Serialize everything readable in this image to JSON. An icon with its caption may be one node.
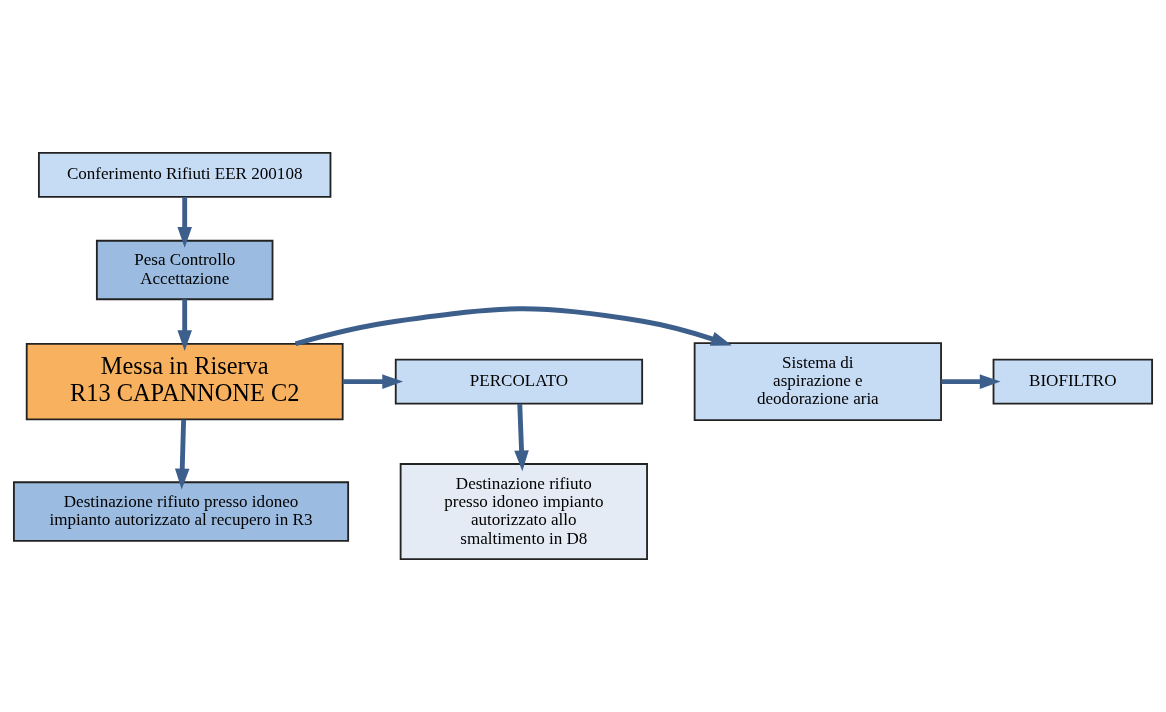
{
  "diagram": {
    "nodes": [
      {
        "text": [
          "Conferimento Rifiuti EER 200108"
        ]
      },
      {
        "text": [
          "Pesa Controllo Accettazione"
        ]
      },
      {
        "text": [
          "Messa in Riserva R13 CAPANNONE C2"
        ]
      },
      {
        "text": [
          "Sistema di aspirazione e deodorazione aria"
        ]
      },
      {
        "text": [
          "BIOFILTRO"
        ]
      },
      {
        "text": [
          "PERCOLATO"
        ]
      },
      {
        "text": [
          "Destinazione rifiuto presso idoneo impianto autorizzato al recupero in R3"
        ]
      },
      {
        "text": [
          "Destinazione rifiuto presso idoneo impianto autorizzato allo smaltimento in D8"
        ]
      }
    ],
    "edges": [
      {
        "from": 0,
        "to": 1,
        "arrow": "to"
      },
      {
        "from": 1,
        "to": 2,
        "arrow": "to"
      },
      {
        "from": 2,
        "to": 3,
        "arrow": "to"
      },
      {
        "from": 3,
        "to": 4,
        "arrow": "to"
      },
      {
        "from": 2,
        "to": 5,
        "arrow": "to"
      },
      {
        "from": 5,
        "to": 7,
        "arrow": "to"
      },
      {
        "from": 2,
        "to": 6,
        "arrow": "to"
      }
    ]
  }
}
